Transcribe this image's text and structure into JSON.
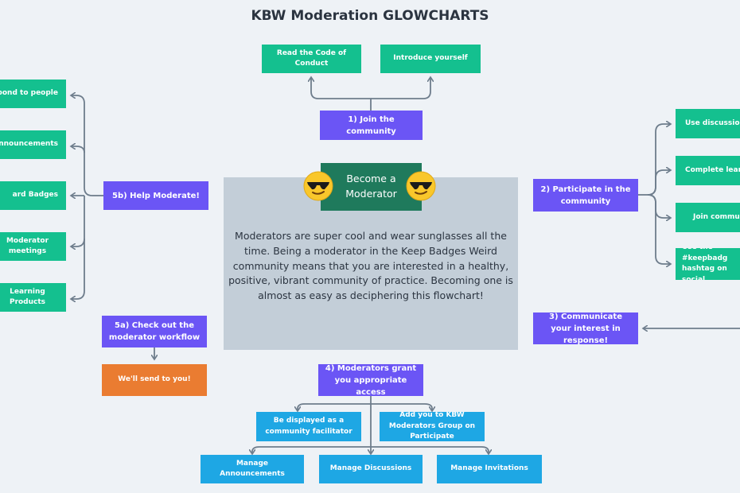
{
  "title": "KBW Moderation GLOWCHARTS",
  "center": {
    "heading": "Become a Moderator",
    "body": "Moderators are super cool and wear sunglasses all the time. Being a moderator in the Keep Badges Weird community means that you are interested in a healthy, positive, vibrant community of practice. Becoming one is almost as easy as deciphering this flowchart!"
  },
  "steps": {
    "join": "1) Join the community",
    "participate": "2) Participate in the community",
    "communicate": "3) Communicate your interest in response!",
    "grant": "4) Moderators grant you appropriate access",
    "workflow": "5a) Check out the moderator workflow",
    "help": "5b) Help Moderate!"
  },
  "join_children": [
    "Read the Code of Conduct",
    "Introduce yourself"
  ],
  "participate_children": [
    "Use discussion t",
    "Complete learning",
    "Join community",
    "Use the #keepbadg hashtag on social"
  ],
  "help_children": [
    "pond to people",
    "Announcements",
    "ard Badges",
    "Moderator meetings",
    "Learning Products"
  ],
  "workflow_child": "We'll send to you!",
  "access_children": [
    "Be displayed as a community facilitator",
    "Add you to KBW Moderators Group on Participate",
    "Manage Announcements",
    "Manage Discussions",
    "Manage Invitations"
  ],
  "colors": {
    "background": "#eef2f6",
    "green": "#14c08f",
    "purple": "#6b55f5",
    "blue": "#1ea7e4",
    "orange": "#ea7c31",
    "panel": "#c3ced8",
    "header": "#1f7a5c",
    "connector": "#6e7d8c"
  },
  "icons": [
    "sunglasses-emoji-icon",
    "sunglasses-emoji-icon"
  ]
}
